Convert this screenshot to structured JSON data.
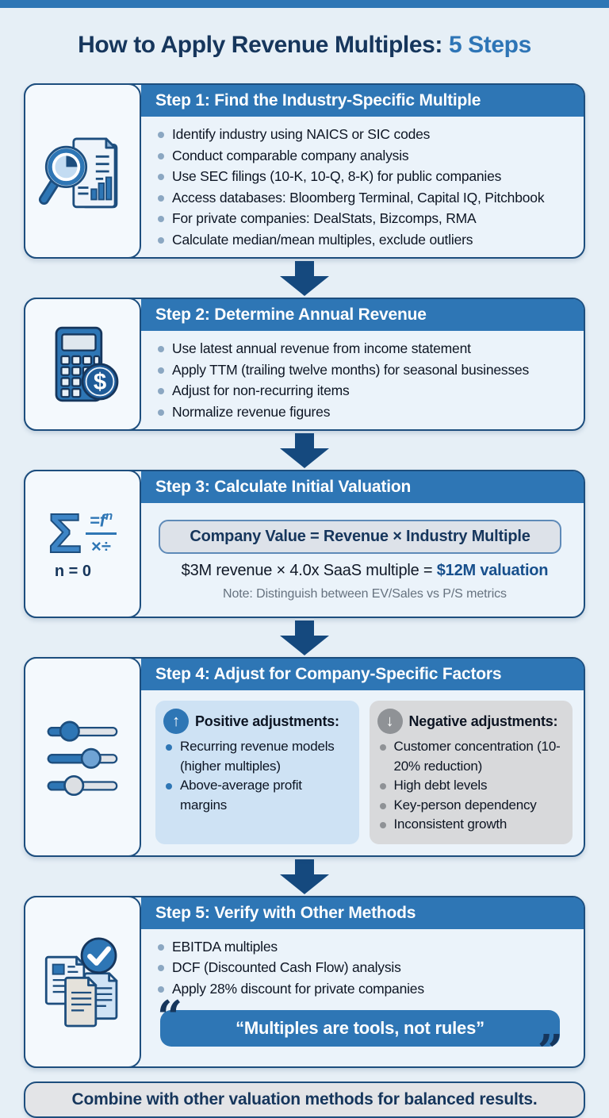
{
  "title": {
    "main": "How to Apply Revenue Multiples:",
    "accent": "5 Steps"
  },
  "steps": [
    {
      "title": "Step 1: Find the Industry-Specific Multiple",
      "icon": "magnifier-report-icon",
      "bullets": [
        "Identify industry using NAICS or SIC codes",
        "Conduct comparable company analysis",
        "Use SEC filings (10-K, 10-Q, 8-K) for public companies",
        "Access databases: Bloomberg Terminal, Capital IQ, Pitchbook",
        "For private companies: DealStats, Bizcomps, RMA",
        "Calculate median/mean multiples, exclude outliers"
      ]
    },
    {
      "title": "Step 2: Determine Annual Revenue",
      "icon": "calculator-dollar-icon",
      "bullets": [
        "Use latest annual revenue from income statement",
        "Apply TTM (trailing twelve months) for seasonal businesses",
        "Adjust for non-recurring items",
        "Normalize revenue figures"
      ]
    },
    {
      "title": "Step 3: Calculate Initial Valuation",
      "icon": "sigma-formula-icon",
      "icon_text": {
        "sigma": "Σ",
        "numerator": "=f",
        "numerator_sup": "n",
        "denominator": "×÷",
        "limit": "n = 0"
      },
      "formula": "Company Value = Revenue × Industry Multiple",
      "example_prefix": "$3M revenue × 4.0x SaaS multiple = ",
      "example_highlight": "$12M valuation",
      "note": "Note: Distinguish between EV/Sales vs P/S metrics"
    },
    {
      "title": "Step 4: Adjust for Company-Specific Factors",
      "icon": "sliders-icon",
      "positive": {
        "heading": "Positive adjustments:",
        "arrow": "↑",
        "bullets": [
          "Recurring revenue models (higher multiples)",
          "Above-average profit margins"
        ]
      },
      "negative": {
        "heading": "Negative adjustments:",
        "arrow": "↓",
        "bullets": [
          "Customer concentration (10-20% reduction)",
          "High debt levels",
          "Key-person dependency",
          "Inconsistent growth"
        ]
      }
    },
    {
      "title": "Step 5: Verify with Other Methods",
      "icon": "documents-check-icon",
      "bullets": [
        "EBITDA multiples",
        "DCF (Discounted Cash Flow) analysis",
        "Apply 28% discount for private companies"
      ],
      "quote": {
        "open_mark": "“",
        "text": "“Multiples are tools, not rules”",
        "close_mark": "”"
      }
    }
  ],
  "footer": "Combine with other valuation methods for balanced results.",
  "colors": {
    "top_bar": "#2e76b5",
    "header_blue": "#2e76b5",
    "navy_text": "#16365c",
    "arrow_navy": "#15497e",
    "positive_panel": "#cee2f4",
    "negative_panel": "#d8d9db",
    "card_border": "#1d4e7e"
  }
}
